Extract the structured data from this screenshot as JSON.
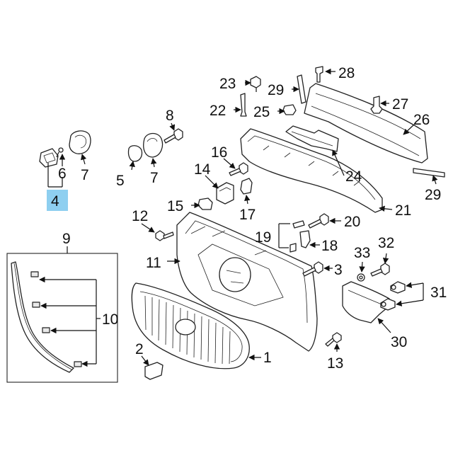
{
  "diagram": {
    "highlight_color": "#8ecff0",
    "callouts": {
      "c1": "1",
      "c2": "2",
      "c3": "3",
      "c4": "4",
      "c5": "5",
      "c6": "6",
      "c7a": "7",
      "c7b": "7",
      "c8": "8",
      "c9": "9",
      "c10": "10",
      "c11": "11",
      "c12": "12",
      "c13": "13",
      "c14": "14",
      "c15": "15",
      "c16": "16",
      "c17": "17",
      "c18": "18",
      "c19": "19",
      "c20": "20",
      "c21": "21",
      "c22": "22",
      "c23": "23",
      "c24": "24",
      "c25": "25",
      "c26": "26",
      "c27": "27",
      "c28": "28",
      "c29a": "29",
      "c29b": "29",
      "c30": "30",
      "c31": "31",
      "c32": "32",
      "c33": "33"
    }
  }
}
